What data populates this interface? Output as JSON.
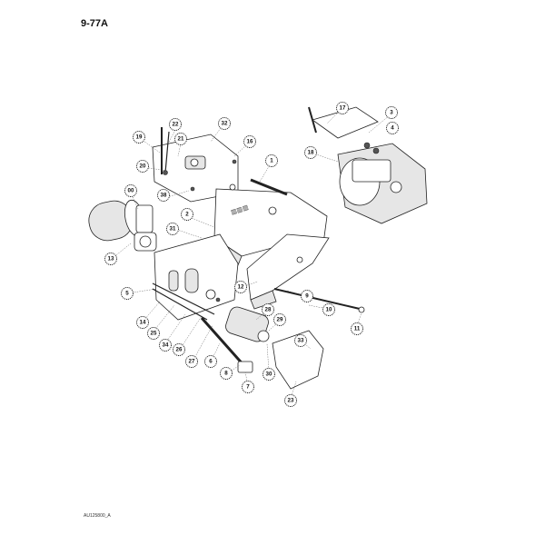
{
  "header": {
    "page_id": "9-77A"
  },
  "footer": {
    "doc_code": "AU125800_A"
  },
  "callouts": [
    {
      "label": "22"
    },
    {
      "label": "32"
    },
    {
      "label": "19"
    },
    {
      "label": "21"
    },
    {
      "label": "16"
    },
    {
      "label": "20"
    },
    {
      "label": "38"
    },
    {
      "label": "1"
    },
    {
      "label": "00"
    },
    {
      "label": "2"
    },
    {
      "label": "31"
    },
    {
      "label": "13"
    },
    {
      "label": "17"
    },
    {
      "label": "3"
    },
    {
      "label": "4"
    },
    {
      "label": "18"
    },
    {
      "label": "12"
    },
    {
      "label": "9"
    },
    {
      "label": "10"
    },
    {
      "label": "11"
    },
    {
      "label": "5"
    },
    {
      "label": "14"
    },
    {
      "label": "25"
    },
    {
      "label": "34"
    },
    {
      "label": "26"
    },
    {
      "label": "27"
    },
    {
      "label": "28"
    },
    {
      "label": "29"
    },
    {
      "label": "6"
    },
    {
      "label": "8"
    },
    {
      "label": "7"
    },
    {
      "label": "30"
    },
    {
      "label": "33"
    },
    {
      "label": "23"
    }
  ]
}
